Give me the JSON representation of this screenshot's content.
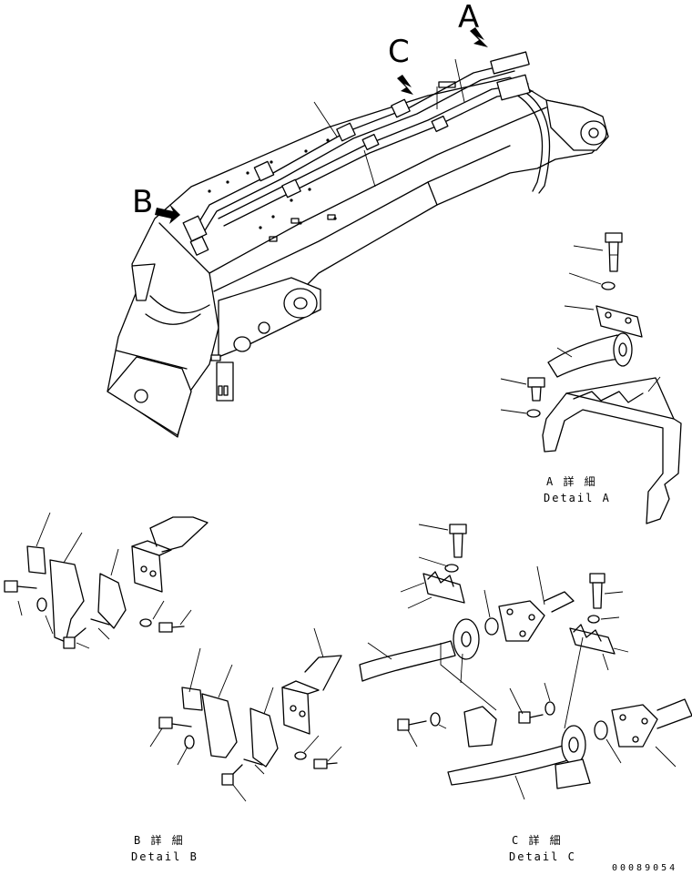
{
  "view_markers": {
    "a": "A",
    "b": "B",
    "c": "C"
  },
  "details": {
    "a": {
      "title_jp": "A 詳 細",
      "title_en": "Detail A"
    },
    "b": {
      "title_jp": "B 詳 細",
      "title_en": "Detail B"
    },
    "c": {
      "title_jp": "C 詳 細",
      "title_en": "Detail C"
    }
  },
  "part_number": "00089054"
}
